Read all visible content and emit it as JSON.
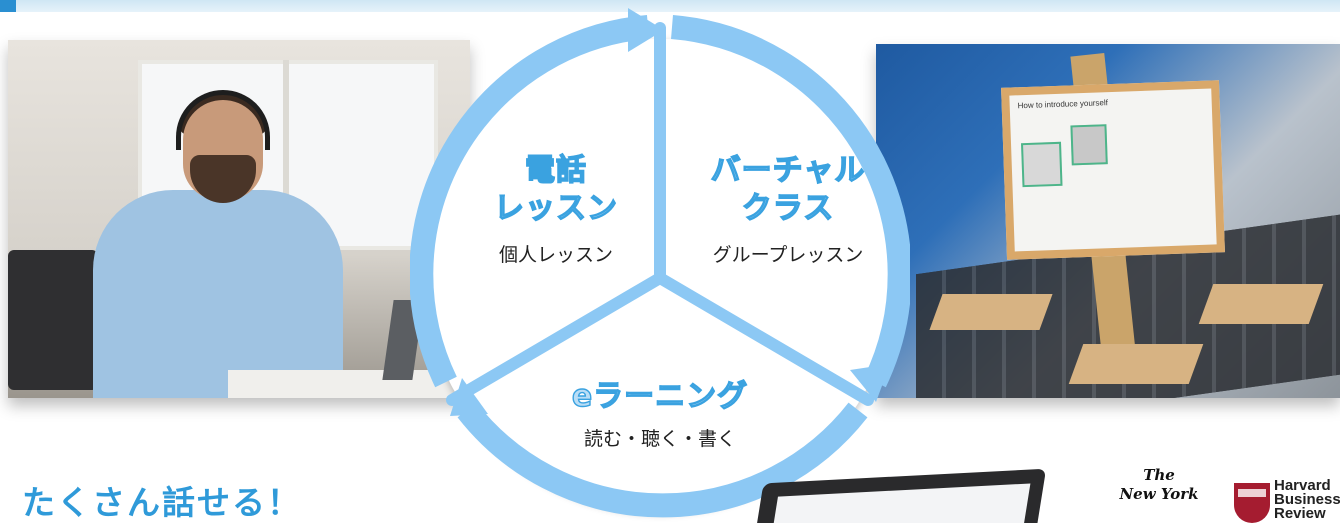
{
  "colors": {
    "accent": "#2f9ad9",
    "arrow": "#8cc8f4",
    "segment_title_fill": "#b9ddf6",
    "segment_title_stroke": "#3aa2e0",
    "top_band": "#d9ecf7"
  },
  "cycle": {
    "segments": [
      {
        "title_line1": "電話",
        "title_line2": "レッスン",
        "subtitle": "個人レッスン"
      },
      {
        "title_line1": "バーチャル",
        "title_line2": "クラス",
        "subtitle": "グループレッスン"
      },
      {
        "title_line1": "eラーニング",
        "title_line2": "",
        "subtitle": "読む・聴く・書く"
      }
    ]
  },
  "headline": "たくさん話せる！",
  "logos": {
    "nyt_line1": "The",
    "nyt_line2": "New York",
    "hbr_line1": "Harvard",
    "hbr_line2": "Business",
    "hbr_line3": "Review"
  },
  "virtual_class_board": {
    "title": "How to introduce yourself"
  }
}
